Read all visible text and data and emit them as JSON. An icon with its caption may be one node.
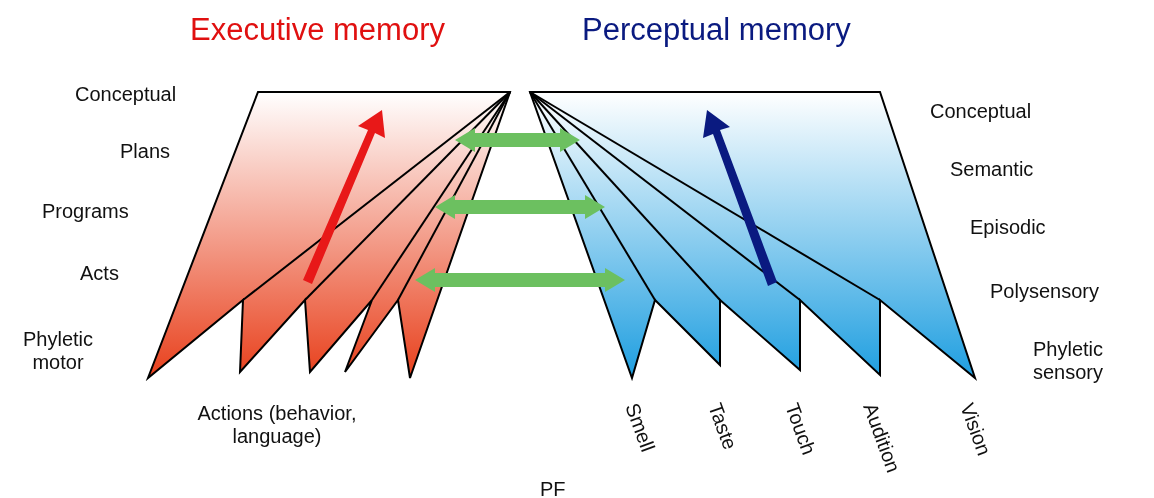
{
  "diagram": {
    "labels": [
      "Executive memory",
      "Perceptual memory",
      "Conceptual",
      "Conceptual",
      "Plans",
      "Semantic",
      "Programs",
      "Episodic",
      "Acts",
      "Polysensory",
      "Phyletic motor",
      "Phyletic sensory",
      "Actions (behavior, language)",
      "Smell",
      "Taste",
      "Touch",
      "Audition",
      "Vision",
      "PF"
    ]
  }
}
